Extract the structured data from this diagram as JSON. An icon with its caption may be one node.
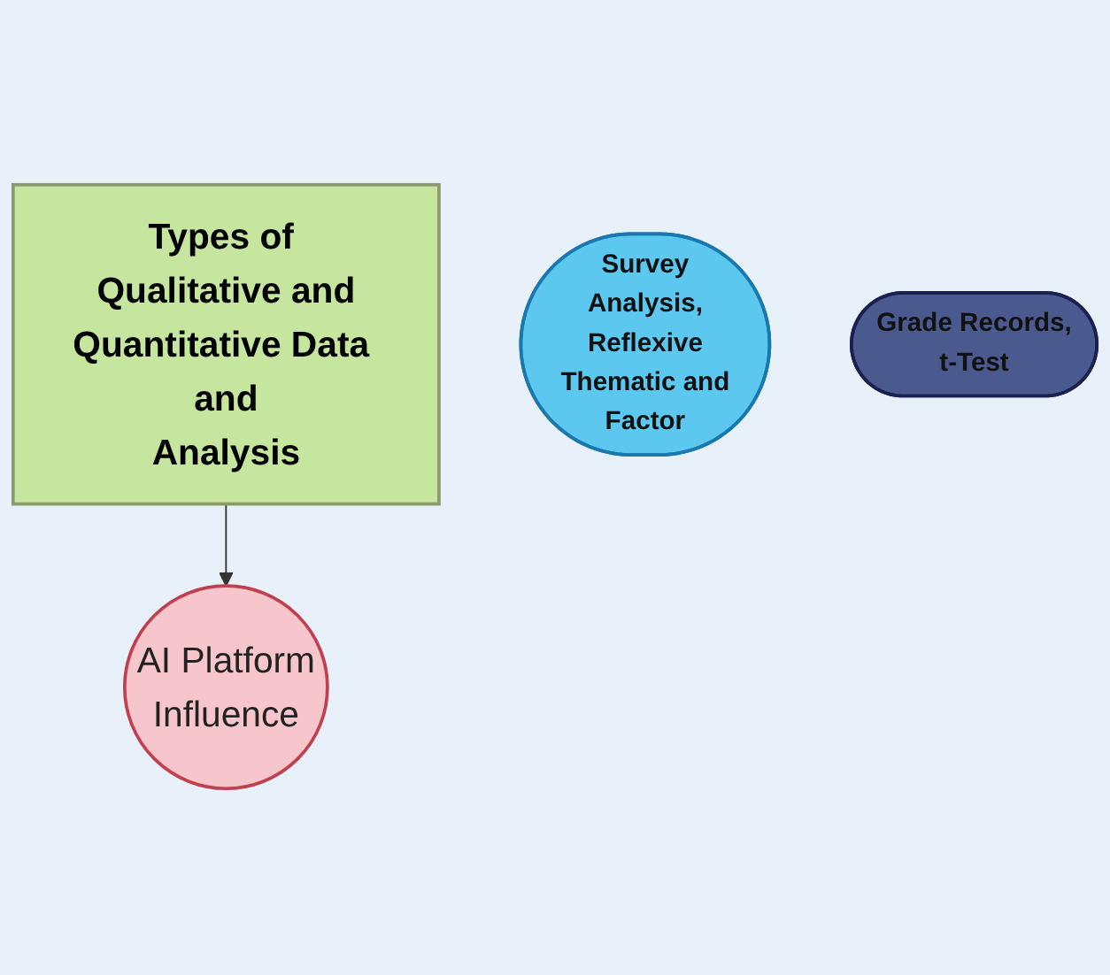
{
  "diagram": {
    "nodes": [
      {
        "text": [
          "Types of Qualitative and Quantitative Data and Analysis"
        ]
      },
      {
        "text": [
          "AI Platform Influence"
        ]
      },
      {
        "text": [
          "Survey Analysis, Reflexive Thematic and Factor"
        ]
      },
      {
        "text": [
          "Grade Records, t-Test"
        ]
      }
    ],
    "edges": [
      {
        "from": 0,
        "to": 1,
        "arrow": "to"
      }
    ]
  }
}
